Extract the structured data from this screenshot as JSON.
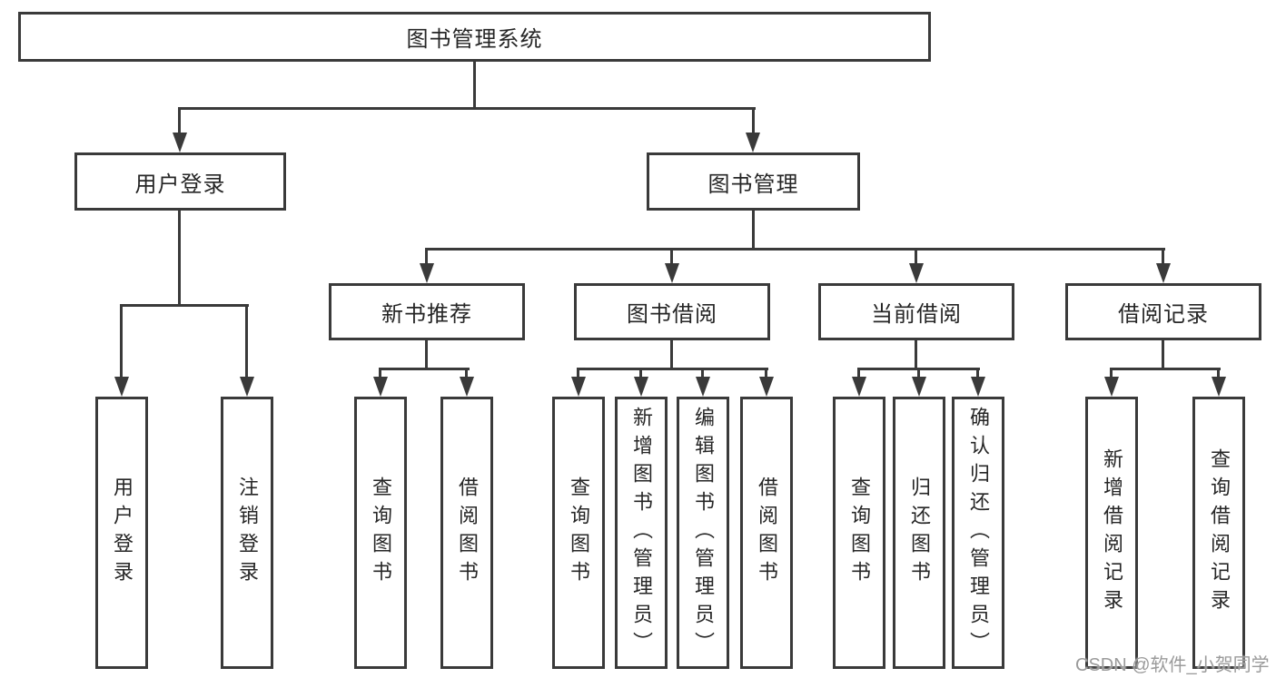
{
  "diagram": {
    "root": {
      "label": "图书管理系统"
    },
    "level1": [
      {
        "id": "user-login",
        "label": "用户登录",
        "parent": "图书管理系统"
      },
      {
        "id": "book-management",
        "label": "图书管理",
        "parent": "图书管理系统"
      }
    ],
    "level2": [
      {
        "id": "new-book-recommend",
        "label": "新书推荐",
        "parent": "图书管理"
      },
      {
        "id": "book-borrowing",
        "label": "图书借阅",
        "parent": "图书管理"
      },
      {
        "id": "current-borrowing",
        "label": "当前借阅",
        "parent": "图书管理"
      },
      {
        "id": "borrowing-records",
        "label": "借阅记录",
        "parent": "图书管理"
      }
    ],
    "leaves": [
      {
        "label": "用户登录",
        "parent": "用户登录"
      },
      {
        "label": "注销登录",
        "parent": "用户登录"
      },
      {
        "label": "查询图书",
        "parent": "新书推荐"
      },
      {
        "label": "借阅图书",
        "parent": "新书推荐"
      },
      {
        "label": "查询图书",
        "parent": "图书借阅"
      },
      {
        "label": "新增图书（管理员）",
        "parent": "图书借阅"
      },
      {
        "label": "编辑图书（管理员）",
        "parent": "图书借阅"
      },
      {
        "label": "借阅图书",
        "parent": "图书借阅"
      },
      {
        "label": "查询图书",
        "parent": "当前借阅"
      },
      {
        "label": "归还图书",
        "parent": "当前借阅"
      },
      {
        "label": "确认归还（管理员）",
        "parent": "当前借阅"
      },
      {
        "label": "新增借阅记录",
        "parent": "借阅记录"
      },
      {
        "label": "查询借阅记录",
        "parent": "借阅记录"
      }
    ],
    "watermark": "CSDN @软件_小贺同学",
    "colors": {
      "line": "#3a3a3a",
      "text": "#262626",
      "background": "#ffffff",
      "watermark": "#9b9b9b"
    }
  }
}
